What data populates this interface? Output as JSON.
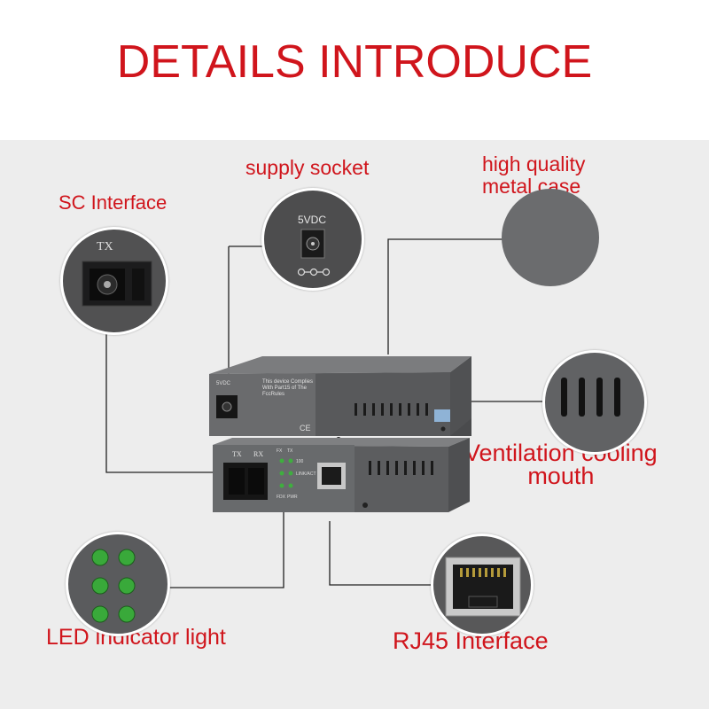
{
  "title": "DETAILS INTRODUCE",
  "labels": {
    "sc_interface": "SC  Interface",
    "supply_socket": "supply socket",
    "metal_case_line1": "high quality",
    "metal_case_line2": "metal case",
    "ventilation_line1": "Ventilation cooling",
    "ventilation_line2": "mouth",
    "led_light": "LED  indicator light",
    "rj45": "RJ45  Interface"
  },
  "device": {
    "top_unit": {
      "power_label": "5VDC",
      "compliance_text": "This device Complies With Part15 of The FccRules",
      "ce_mark": "CE"
    },
    "bottom_unit": {
      "tx_label": "TX",
      "rx_label": "RX",
      "led_labels": [
        "FX",
        "TX",
        "100",
        "LINK/ACT",
        "FDX",
        "PWR"
      ]
    }
  },
  "zoom": {
    "sc_tx_label": "TX",
    "power_label": "5VDC"
  }
}
